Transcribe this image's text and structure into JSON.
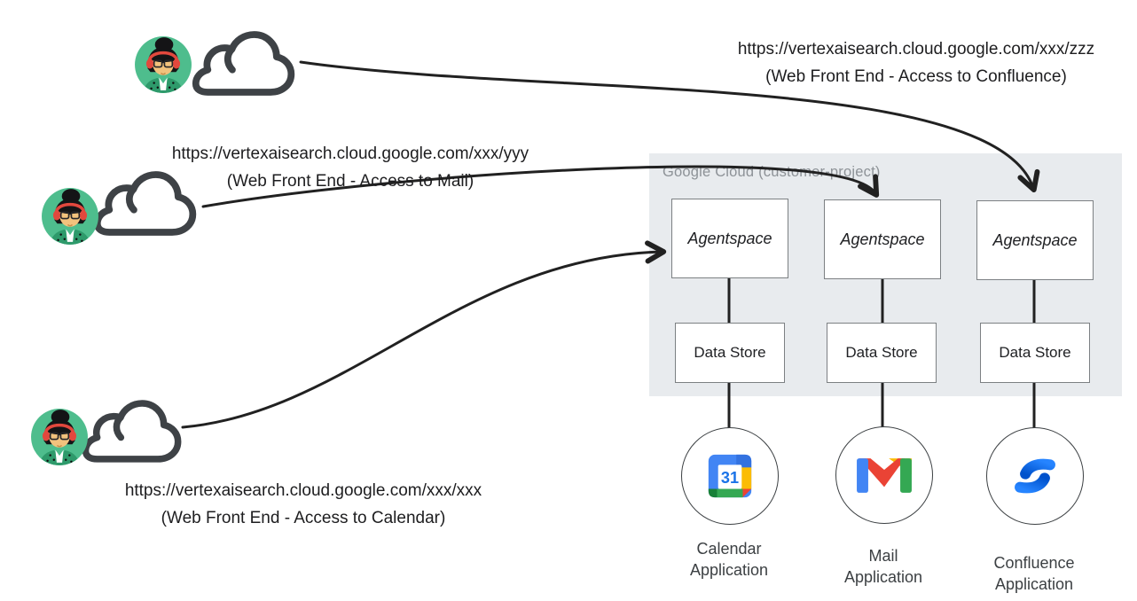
{
  "requests": [
    {
      "url": "https://vertexaisearch.cloud.google.com/xxx/zzz",
      "note": "(Web Front End - Access to Confluence)"
    },
    {
      "url": "https://vertexaisearch.cloud.google.com/xxx/yyy",
      "note": "(Web Front End - Access to Mail)"
    },
    {
      "url": "https://vertexaisearch.cloud.google.com/xxx/xxx",
      "note": "(Web Front End - Access to Calendar)"
    }
  ],
  "region": {
    "label": "Google Cloud (customer-project)"
  },
  "columns": [
    {
      "agent": "Agentspace",
      "store": "Data Store",
      "app_line1": "Calendar",
      "app_line2": "Application",
      "icon": "google-calendar-icon",
      "calendar_day": "31"
    },
    {
      "agent": "Agentspace",
      "store": "Data Store",
      "app_line1": "Mail",
      "app_line2": "Application",
      "icon": "gmail-icon"
    },
    {
      "agent": "Agentspace",
      "store": "Data Store",
      "app_line1": "Confluence",
      "app_line2": "Application",
      "icon": "confluence-icon"
    }
  ],
  "colors": {
    "region_bg": "#e8ebee",
    "region_label_text": "#8d9297",
    "arrow": "#212121",
    "box_border": "#7c8083",
    "google_blue": "#4285f4",
    "google_yellow": "#fbbc04",
    "google_green": "#34a853",
    "google_red": "#ea4335",
    "calendar_corner_blue": "#3372e0",
    "calendar_dark_green": "#188038",
    "calendar_digit_blue": "#1a73e8",
    "confluence_blue_dark": "#0052cc",
    "confluence_blue_light": "#2684ff",
    "avatar_bg_green": "#4ebd8d",
    "headset_red": "#e2483d",
    "cloud_outline": "#3e4246"
  }
}
